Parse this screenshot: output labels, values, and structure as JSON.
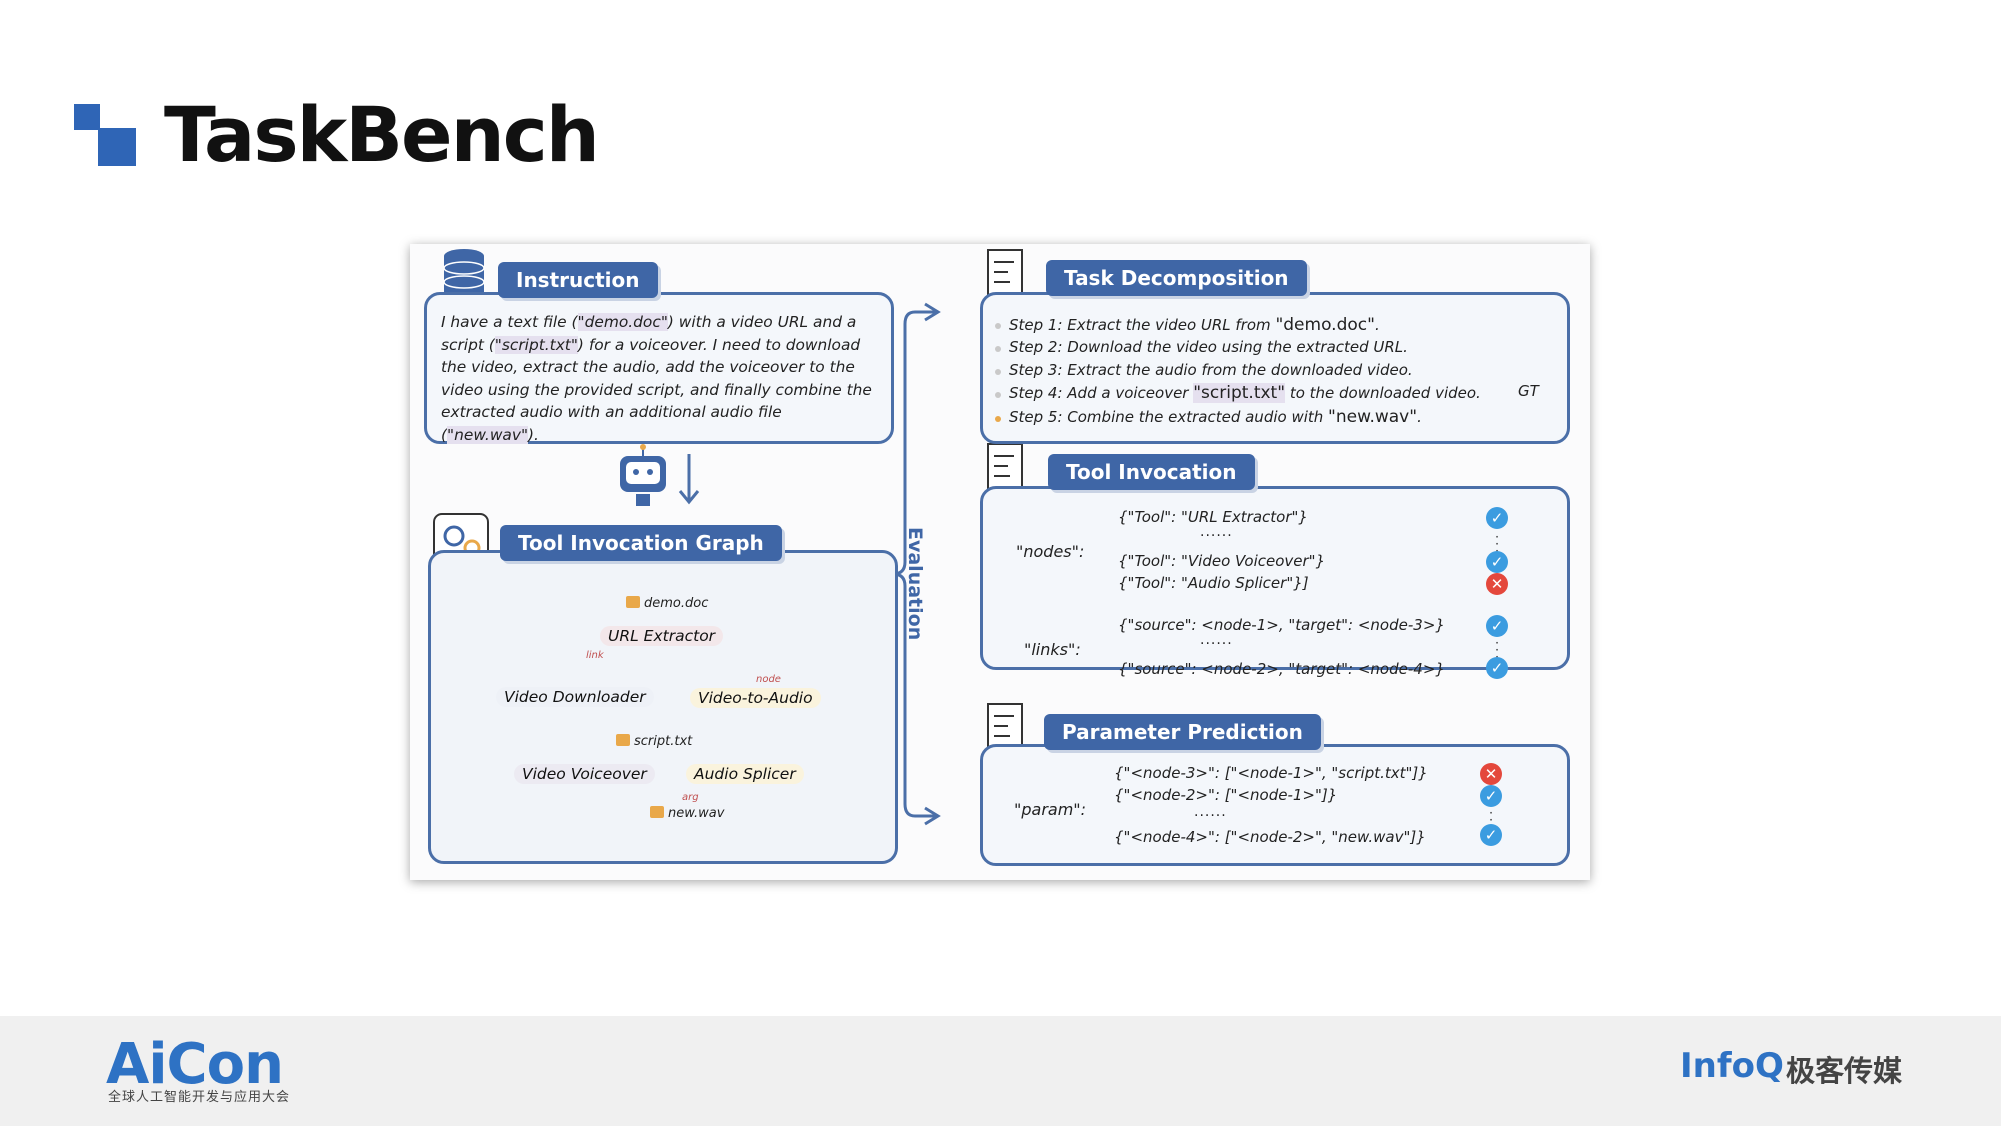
{
  "slide": {
    "title": "TaskBench"
  },
  "figure": {
    "instruction": {
      "tag": "Instruction",
      "text_parts": [
        "I have a text file (",
        "\"demo.doc\"",
        ") with a video URL and a script (",
        "\"script.txt\"",
        ") for a voiceover. I need to download the video, extract the audio, add the voiceover to the video using the provided script, and finally combine the extracted audio with an additional audio file (",
        "\"new.wav\"",
        ")."
      ]
    },
    "graph": {
      "tag": "Tool Invocation Graph",
      "nodes": [
        "URL Extractor",
        "Video Downloader",
        "Video-to-Audio",
        "Video Voiceover",
        "Audio Splicer"
      ],
      "files": [
        "demo.doc",
        "script.txt",
        "new.wav"
      ],
      "small_labels": [
        "link",
        "node",
        "arg"
      ]
    },
    "evaluation_label": "Evaluation",
    "task_decomposition": {
      "tag": "Task Decomposition",
      "steps": [
        {
          "text": "Step 1: Extract the video URL from ",
          "file": "\"demo.doc\"",
          "end": "."
        },
        {
          "text": "Step 2: Download the video using the extracted URL.",
          "file": "",
          "end": ""
        },
        {
          "text": "Step 3: Extract the audio from the downloaded video.",
          "file": "",
          "end": ""
        },
        {
          "text": "Step 4: Add a voiceover ",
          "file": "\"script.txt\"",
          "end": " to the downloaded video."
        },
        {
          "text": "Step 5: Combine the extracted audio with ",
          "file": "\"new.wav\"",
          "end": "."
        }
      ],
      "gt_label": "GT",
      "step_dot_colors": [
        "#c9c9c9",
        "#c9c9c9",
        "#c9c9c9",
        "#c9c9c9",
        "#e9a84a"
      ]
    },
    "tool_invocation": {
      "tag": "Tool Invocation",
      "nodes_label": "\"nodes\":",
      "links_label": "\"links\":",
      "nodes": [
        "{\"Tool\": \"URL Extractor\"}",
        "......",
        "{\"Tool\": \"Video Voiceover\"}",
        "{\"Tool\": \"Audio Splicer\"}]"
      ],
      "links": [
        "{\"source\": <node-1>, \"target\": <node-3>}",
        "......",
        "{\"source\": <node-2>, \"target\": <node-4>}"
      ],
      "node_results": [
        "check",
        "dots",
        "check",
        "cross"
      ],
      "link_results": [
        "check",
        "dots",
        "check"
      ]
    },
    "parameter_prediction": {
      "tag": "Parameter Prediction",
      "param_label": "\"param\":",
      "lines": [
        "{\"<node-3>\": [\"<node-1>\", \"script.txt\"]}",
        "{\"<node-2>\": [\"<node-1>\"]}",
        "......",
        "{\"<node-4>\": [\"<node-2>\", \"new.wav\"]}"
      ],
      "results": [
        "cross",
        "check",
        "dots",
        "check"
      ]
    },
    "colors": {
      "accent": "#3f66a6",
      "check": "#3b9ce0",
      "cross": "#e4483c"
    }
  },
  "footer": {
    "aicon": "AiCon",
    "aicon_sub": "全球人工智能开发与应用大会",
    "infoq": "InfoQ",
    "infoq_cn": "极客传媒"
  }
}
